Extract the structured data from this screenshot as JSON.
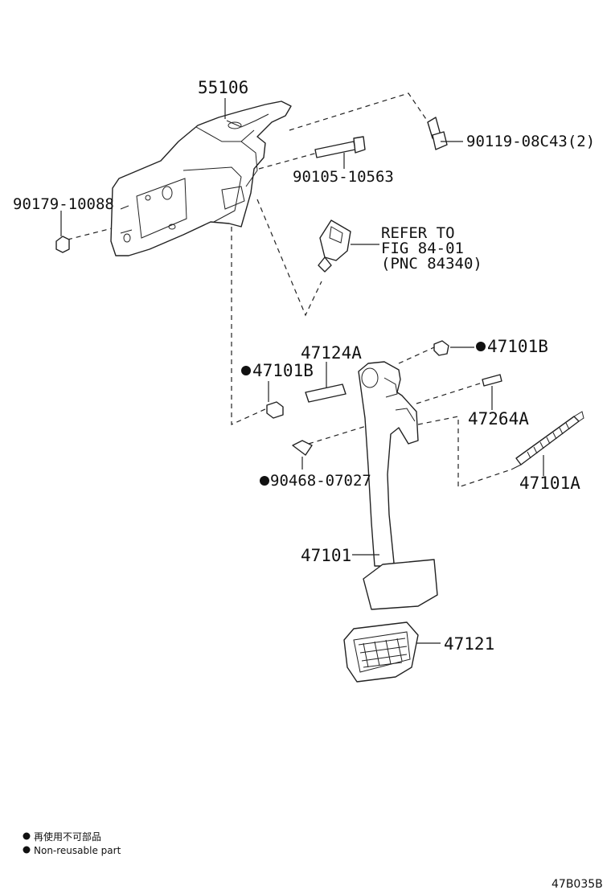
{
  "diagram": {
    "parts": {
      "bracket": "55106",
      "bolt_upper": "90119-08C43(2)",
      "bolt_long": "90105-10563",
      "nut": "90179-10088",
      "refer_line1": "REFER TO",
      "refer_line2": "FIG 84-01",
      "refer_line3": "(PNC 84340)",
      "pin": "47124A",
      "bushing_left": "47101B",
      "bushing_right": "47101B",
      "shaft_pin": "47264A",
      "clip": "90468-07027",
      "spring": "47101A",
      "pedal_arm": "47101",
      "pedal_pad": "47121"
    },
    "legend": {
      "line1": "再使用不可部品",
      "line2": "Non-reusable part"
    },
    "figure_code": "47B035B"
  }
}
